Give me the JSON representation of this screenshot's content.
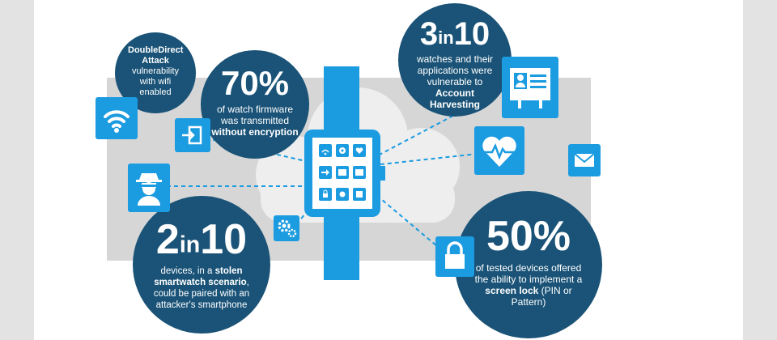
{
  "stats": {
    "doubledirect": {
      "title": "DoubleDirect Attack",
      "desc": "vulnerability with wifi enabled"
    },
    "firmware": {
      "big": "70%",
      "pre": "of watch firmware was transmitted ",
      "bold": "without encryption",
      "post": ""
    },
    "harvest": {
      "big_a": "3",
      "big_mid": "in",
      "big_b": "10",
      "pre": "watches and their applications were vulnerable to ",
      "bold": "Account Harvesting",
      "post": ""
    },
    "stolen": {
      "big_a": "2",
      "big_mid": "in",
      "big_b": "10",
      "pre": "devices, in a ",
      "bold": "stolen smartwatch scenario",
      "post": ", could be paired with an attacker's smartphone"
    },
    "lock": {
      "big": "50%",
      "pre": "of tested devices offered the ability to implement a ",
      "bold": "screen lock",
      "post": " (PIN or Pattern)"
    }
  },
  "icons": [
    "wifi-icon",
    "login-arrow-icon",
    "hacker-icon",
    "gear-icon",
    "contact-card-icon",
    "heart-rate-icon",
    "mail-icon",
    "padlock-icon",
    "smartwatch-icon",
    "cloud-icon"
  ],
  "colors": {
    "dark_circle": "#1a5377",
    "tile_blue": "#1b9be0",
    "panel_gray": "#d4d4d4",
    "page_border": "#e3e3e3"
  }
}
